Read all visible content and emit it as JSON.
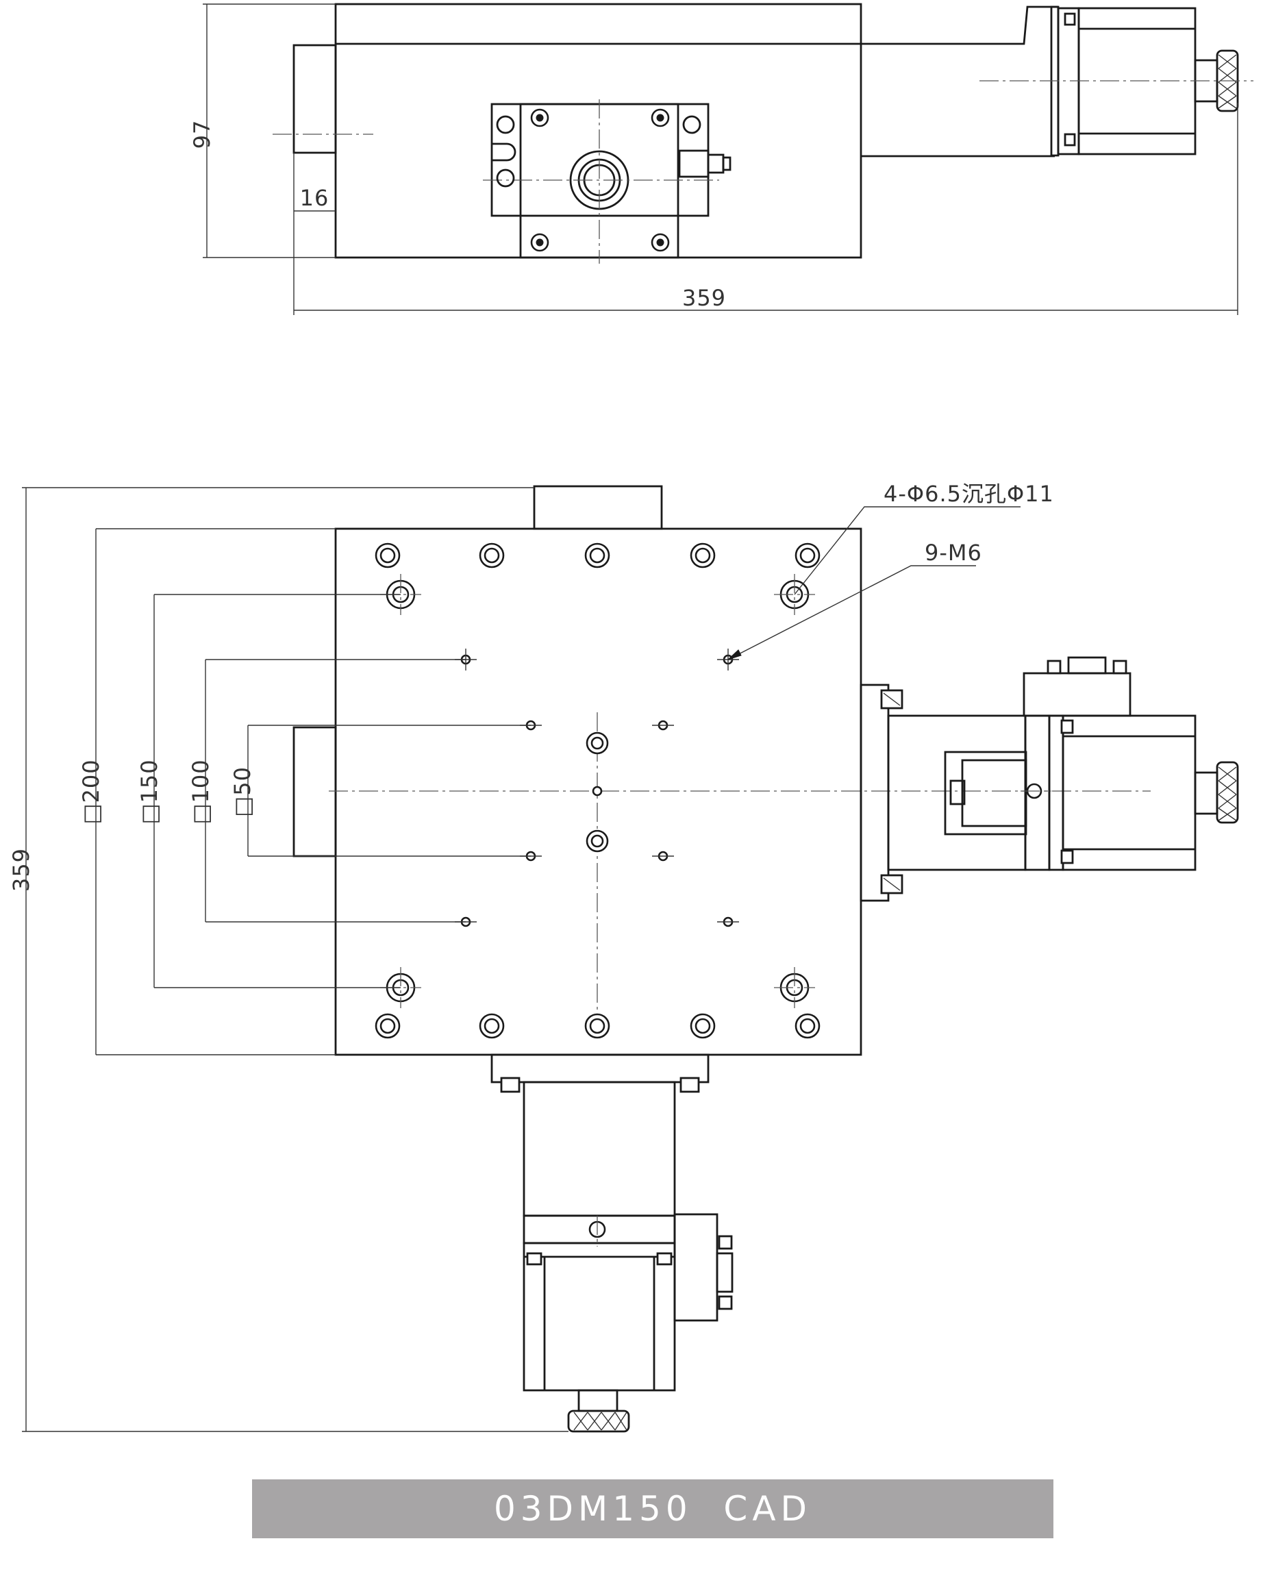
{
  "drawing": {
    "title": "03DM150  CAD",
    "side_view": {
      "height_dim": "97",
      "offset_dim": "16",
      "length_dim": "359"
    },
    "top_view": {
      "overall_dim": "359",
      "square_dims": [
        "□200",
        "□150",
        "□100",
        "□50"
      ],
      "callouts": [
        "4-Φ6.5沉孔Φ11",
        "9-M6"
      ]
    }
  }
}
